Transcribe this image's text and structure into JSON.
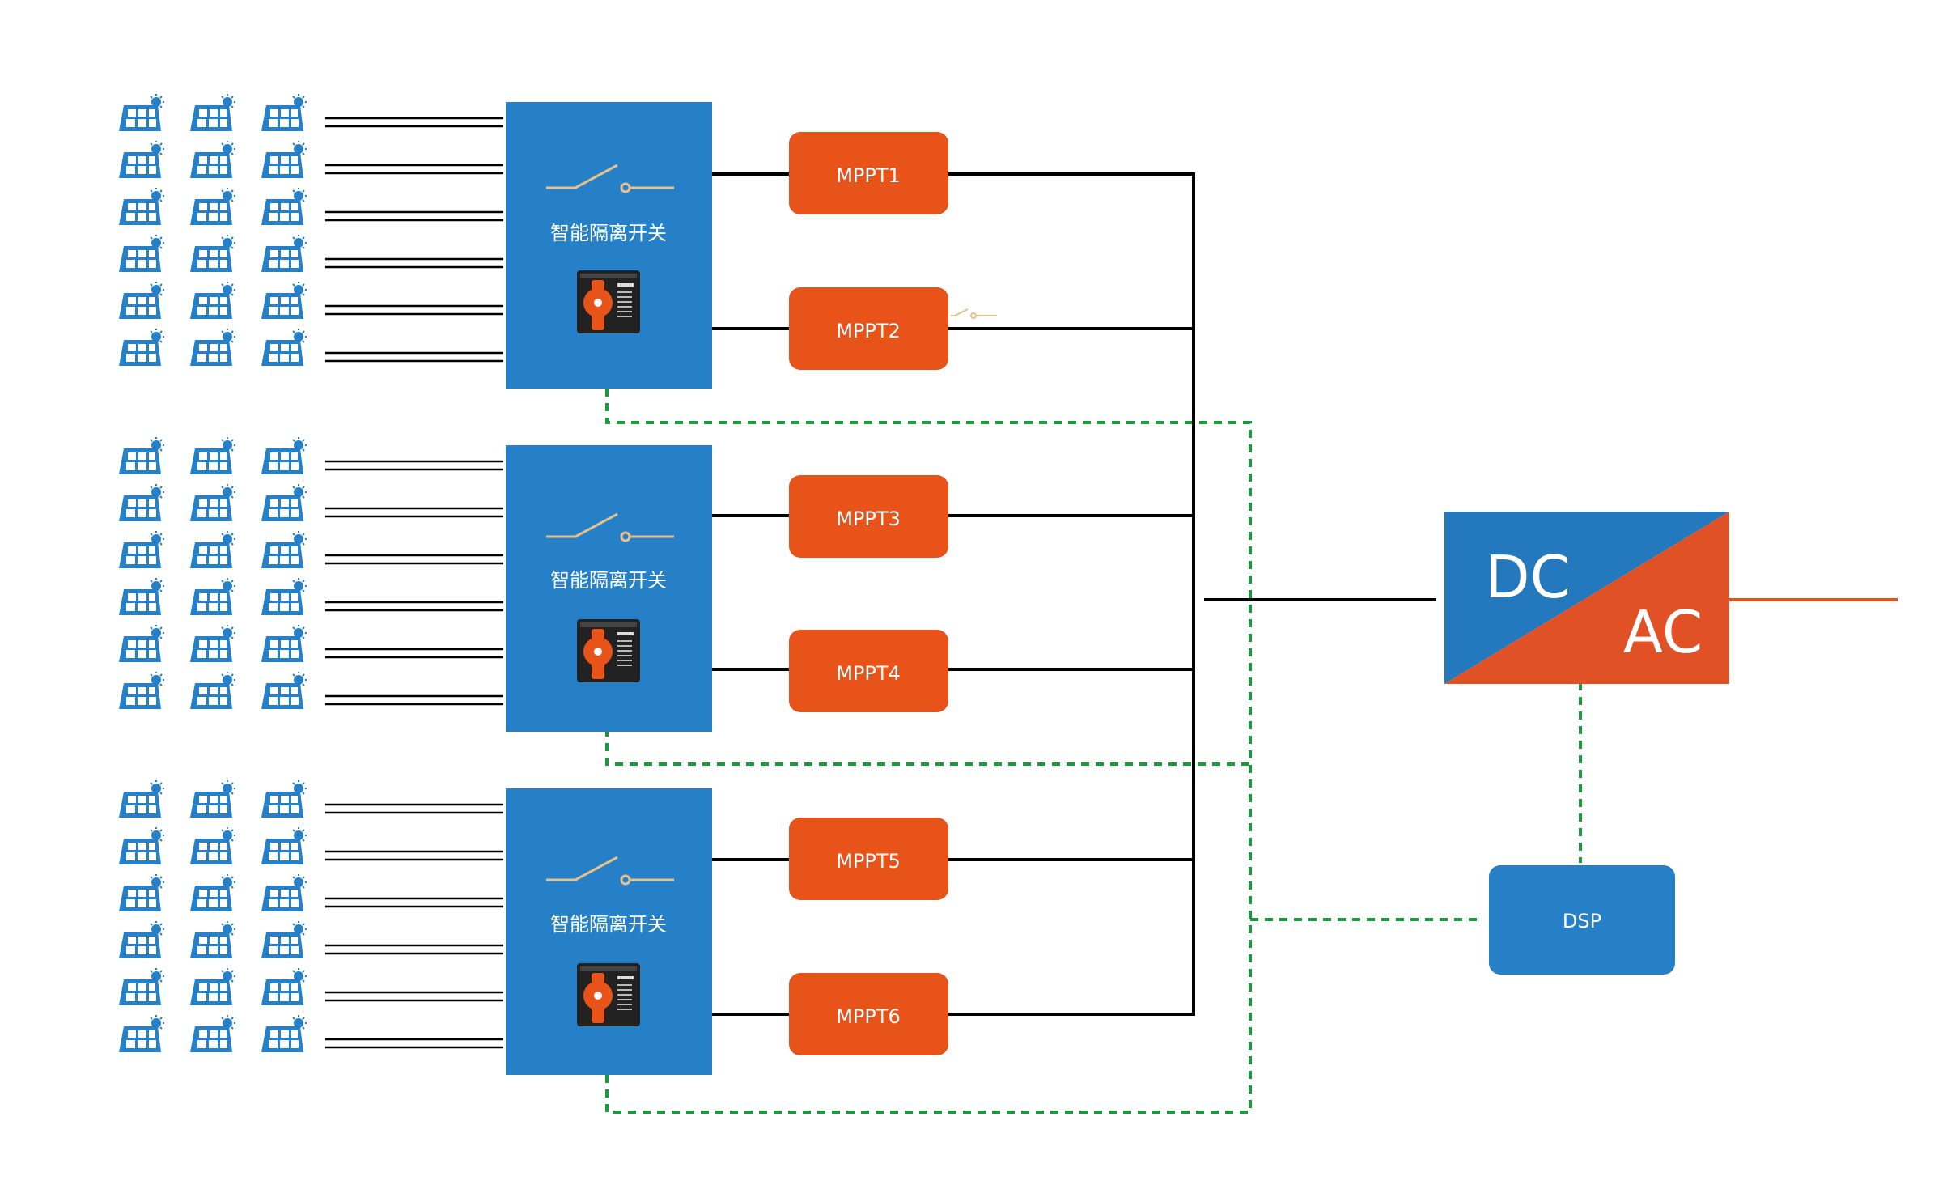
{
  "diagram": {
    "switch_boxes": [
      {
        "label": "智能隔离开关"
      },
      {
        "label": "智能隔离开关"
      },
      {
        "label": "智能隔离开关"
      }
    ],
    "mppts": [
      {
        "label": "MPPT1"
      },
      {
        "label": "MPPT2"
      },
      {
        "label": "MPPT3"
      },
      {
        "label": "MPPT4"
      },
      {
        "label": "MPPT5"
      },
      {
        "label": "MPPT6"
      }
    ],
    "inverter": {
      "dc_label": "DC",
      "ac_label": "AC"
    },
    "dsp": {
      "label": "DSP"
    },
    "colors": {
      "blue": "#2680c8",
      "orange": "#e8531a",
      "inverter_blue": "#2479be",
      "inverter_orange": "#e05226",
      "green_dashed": "#1a9a3c",
      "wire": "#000000",
      "switch_symbol": "#e8c08a"
    },
    "icons": {
      "solar_panel": "solar-panel-icon",
      "switch_symbol": "disconnect-switch-icon",
      "device_photo": "isolation-switch-device-icon"
    }
  }
}
